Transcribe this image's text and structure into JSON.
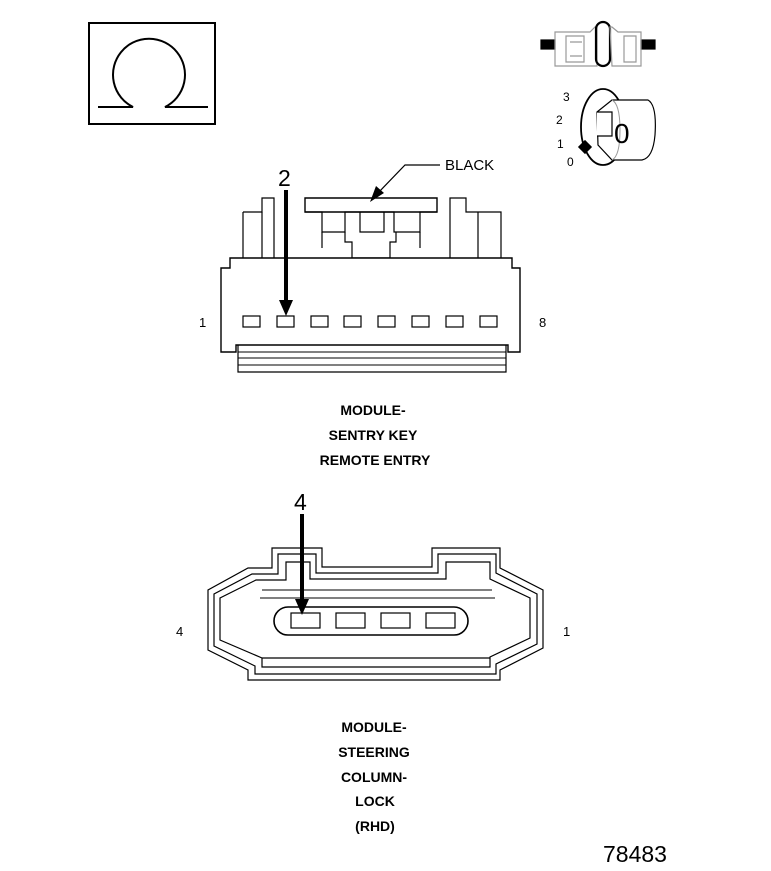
{
  "ohm_symbol": "Ω",
  "ignition_switch": {
    "positions": [
      "3",
      "2",
      "1",
      "0"
    ],
    "key_position": "0"
  },
  "connector_1": {
    "pointer_label": "BLACK",
    "pin_callout": "2",
    "pin_left": "1",
    "pin_right": "8",
    "caption": [
      "MODULE-",
      "SENTRY KEY",
      "REMOTE ENTRY"
    ]
  },
  "connector_2": {
    "pin_callout": "4",
    "pin_left": "4",
    "pin_right": "1",
    "caption": [
      "MODULE-",
      "STEERING",
      "COLUMN-",
      "LOCK",
      "(RHD)"
    ]
  },
  "figure_number": "78483"
}
